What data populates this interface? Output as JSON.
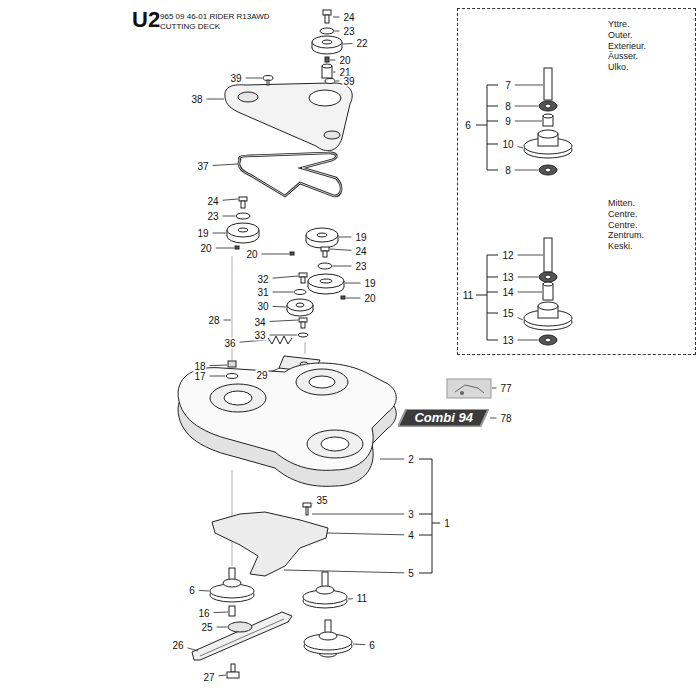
{
  "diagram": {
    "title": "U2",
    "nodes": [
      {
        "text": [
          "Yttre. Outer. Exterieur. Äusser. Ulko.",
          "Mitten. Centre. Centre. Zentrum. Keski."
        ]
      },
      {
        "text": [
          "Combi 94"
        ]
      }
    ],
    "labels": [
      "965 09 46-01 RIDER R13AWD",
      "CUTTING DECK",
      "24",
      "23",
      "22",
      "20",
      "21",
      "39",
      "39",
      "38",
      "37",
      "24",
      "23",
      "19",
      "20",
      "19",
      "20",
      "24",
      "23",
      "19",
      "20",
      "32",
      "31",
      "30",
      "28",
      "34",
      "33",
      "36",
      "29",
      "18",
      "17",
      "77",
      "78",
      "2",
      "35",
      "3",
      "1",
      "4",
      "5",
      "6",
      "11",
      "16",
      "25",
      "26",
      "6",
      "27",
      "6",
      "7",
      "8",
      "9",
      "10",
      "8",
      "11",
      "12",
      "13",
      "14",
      "15",
      "13"
    ]
  }
}
